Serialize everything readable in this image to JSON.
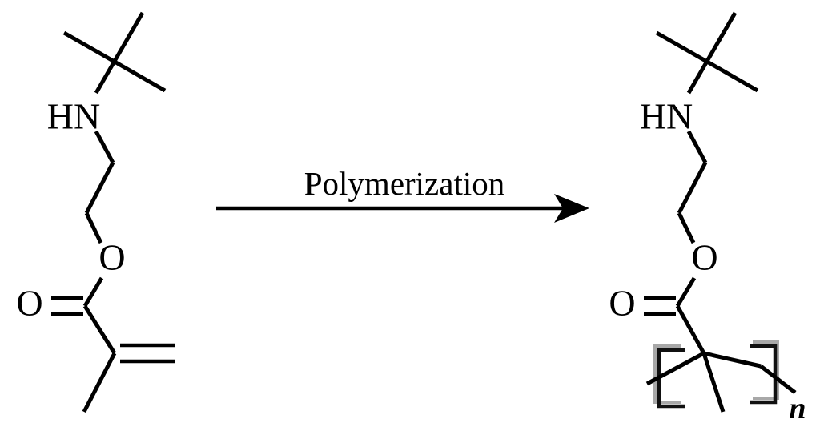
{
  "diagram": {
    "title": "Polymerization reaction scheme",
    "background_color": "#ffffff",
    "ink_color": "#000000",
    "bracket_shadow_color": "#a8a8a8",
    "reaction": {
      "label": "Polymerization",
      "arrow_direction": "left-to-right",
      "arrow_style": "solid-filled-head"
    },
    "reactant": {
      "name": "monomer",
      "labels": {
        "amine": "HN",
        "ester_oxygen": "O",
        "carbonyl_oxygen": "O"
      },
      "groups": [
        "tert-butyl",
        "secondary amine",
        "ethylene linker",
        "ester",
        "carbonyl",
        "vinyl double bond",
        "alpha-methyl"
      ]
    },
    "product": {
      "name": "polymer",
      "labels": {
        "amine": "HN",
        "ester_oxygen": "O",
        "carbonyl_oxygen": "O",
        "repeat_subscript": "n"
      },
      "groups": [
        "tert-butyl",
        "secondary amine",
        "ethylene linker",
        "ester",
        "carbonyl",
        "polymer backbone",
        "alpha-methyl",
        "repeat-unit brackets"
      ]
    }
  }
}
